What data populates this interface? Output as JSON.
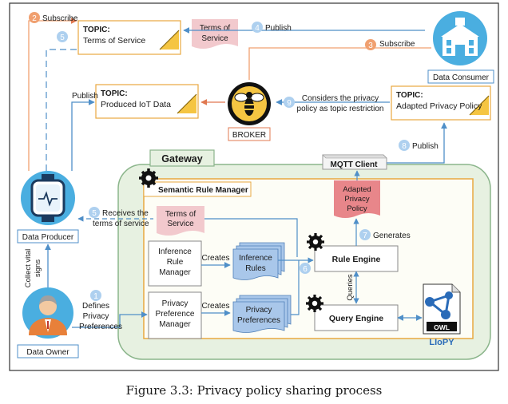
{
  "steps": {
    "s1": {
      "num": "1",
      "label_lines": [
        "Defines",
        "Privacy",
        "Preferences"
      ]
    },
    "s2": {
      "num": "2",
      "label": "Subscribe"
    },
    "s3": {
      "num": "3",
      "label": "Subscribe"
    },
    "s4": {
      "num": "4",
      "label": "Publish"
    },
    "s5a": {
      "num": "5"
    },
    "s5b": {
      "num": "5",
      "label_lines": [
        "Receives the",
        "terms of service"
      ]
    },
    "s6": {
      "num": "6"
    },
    "s7": {
      "num": "7",
      "label": "Generates"
    },
    "s8": {
      "num": "8",
      "label": "Publish"
    },
    "s9": {
      "num": "9",
      "label_lines": [
        "Considers the privacy",
        "policy as topic restriction"
      ]
    }
  },
  "topics": {
    "terms": {
      "title": "TOPIC:",
      "name": "Terms of Service"
    },
    "iot": {
      "title": "TOPIC:",
      "name": "Produced IoT Data"
    },
    "adapted": {
      "title": "TOPIC:",
      "name": "Adapted Privacy Policy"
    }
  },
  "documents": {
    "terms_top": [
      "Terms of",
      "Service"
    ],
    "terms_inner": [
      "Terms of",
      "Service"
    ],
    "adapted_inner": [
      "Adapted",
      "Privacy",
      "Policy"
    ],
    "inference_rules": [
      "Inference",
      "Rules"
    ],
    "privacy_prefs": [
      "Privacy",
      "Preferences"
    ]
  },
  "labels": {
    "publish_left": "Publish",
    "broker": "BROKER",
    "data_consumer": "Data Consumer",
    "data_producer": "Data Producer",
    "data_owner": "Data Owner",
    "collect_vital": [
      "Collect vital",
      "signs"
    ],
    "gateway": "Gateway",
    "mqtt_client": "MQTT Client",
    "srm": "Semantic Rule Manager",
    "irm": [
      "Inference",
      "Rule",
      "Manager"
    ],
    "ppm": [
      "Privacy",
      "Preference",
      "Manager"
    ],
    "creates1": "Creates",
    "creates2": "Creates",
    "rule_engine": "Rule Engine",
    "query_engine": "Query Engine",
    "queries": "Queries",
    "owl": "OWL",
    "liopy": "LIoPY"
  },
  "caption": "Figure 3.3: Privacy policy sharing process",
  "colors": {
    "orange": "#f0a070",
    "blue": "#4f8fc8",
    "dark_navy": "#233a64",
    "gateway_fill": "#e7f1e1",
    "gateway_border": "#8bb58b",
    "srm_border": "#e8a840",
    "doc_pink": "#f2c9cd",
    "doc_red": "#e8868a",
    "doc_blue": "#a9c7ea"
  }
}
